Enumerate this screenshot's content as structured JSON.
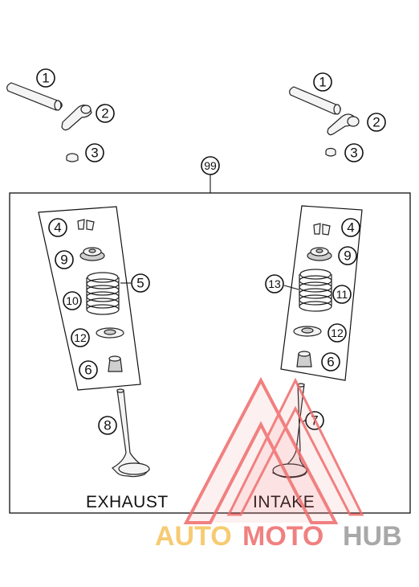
{
  "callouts": {
    "c1_left": "1",
    "c2_left": "2",
    "c3_left": "3",
    "c1_right": "1",
    "c2_right": "2",
    "c3_right": "3",
    "c99": "99",
    "c4_left": "4",
    "c9_left": "9",
    "c5": "5",
    "c10": "10",
    "c12_left": "12",
    "c6_left": "6",
    "c8": "8",
    "c4_right": "4",
    "c9_right": "9",
    "c13": "13",
    "c11": "11",
    "c12_right": "12",
    "c6_right": "6",
    "c7": "7"
  },
  "labels": {
    "exhaust": "EXHAUST",
    "intake": "INTAKE"
  },
  "watermark": {
    "part1": "AUTO",
    "part2": "MOTO",
    "part3": "HUB",
    "colors": {
      "yellow": "#f5c35a",
      "red": "#ef6b6b",
      "gray": "#9a9a9a"
    }
  }
}
